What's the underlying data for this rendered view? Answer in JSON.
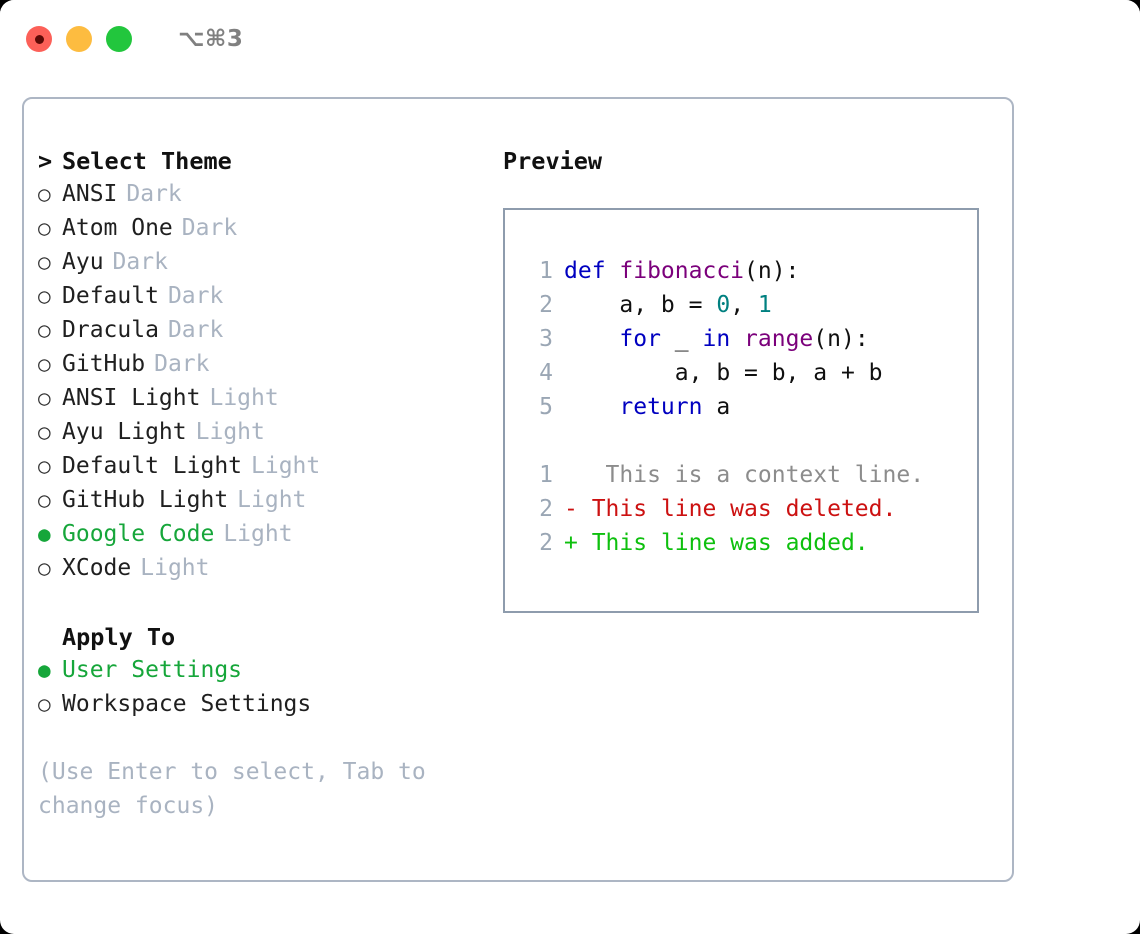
{
  "titlebar": {
    "shortcut": "⌥⌘3",
    "buttons": [
      "close",
      "minimize",
      "maximize"
    ]
  },
  "left": {
    "header": {
      "caret": ">",
      "title": "Select Theme"
    },
    "themes": [
      {
        "bullet": "○",
        "name": "ANSI",
        "tag": "Dark",
        "selected": false
      },
      {
        "bullet": "○",
        "name": "Atom One",
        "tag": "Dark",
        "selected": false
      },
      {
        "bullet": "○",
        "name": "Ayu",
        "tag": "Dark",
        "selected": false
      },
      {
        "bullet": "○",
        "name": "Default",
        "tag": "Dark",
        "selected": false
      },
      {
        "bullet": "○",
        "name": "Dracula",
        "tag": "Dark",
        "selected": false
      },
      {
        "bullet": "○",
        "name": "GitHub",
        "tag": "Dark",
        "selected": false
      },
      {
        "bullet": "○",
        "name": "ANSI Light",
        "tag": "Light",
        "selected": false
      },
      {
        "bullet": "○",
        "name": "Ayu Light",
        "tag": "Light",
        "selected": false
      },
      {
        "bullet": "○",
        "name": "Default Light",
        "tag": "Light",
        "selected": false
      },
      {
        "bullet": "○",
        "name": "GitHub Light",
        "tag": "Light",
        "selected": false
      },
      {
        "bullet": "●",
        "name": "Google Code",
        "tag": "Light",
        "selected": true
      },
      {
        "bullet": "○",
        "name": "XCode",
        "tag": "Light",
        "selected": false
      }
    ],
    "apply_to": {
      "title": "Apply To",
      "options": [
        {
          "bullet": "●",
          "name": "User Settings",
          "selected": true
        },
        {
          "bullet": "○",
          "name": "Workspace Settings",
          "selected": false
        }
      ]
    },
    "hint": "(Use Enter to select, Tab to change focus)"
  },
  "right": {
    "title": "Preview",
    "code": [
      {
        "ln": "1",
        "tokens": [
          {
            "t": "def ",
            "c": "kw"
          },
          {
            "t": "fibonacci",
            "c": "fn"
          },
          {
            "t": "(n):",
            "c": "plain"
          }
        ]
      },
      {
        "ln": "2",
        "tokens": [
          {
            "t": "    a, b = ",
            "c": "plain"
          },
          {
            "t": "0",
            "c": "num"
          },
          {
            "t": ", ",
            "c": "plain"
          },
          {
            "t": "1",
            "c": "num"
          }
        ]
      },
      {
        "ln": "3",
        "tokens": [
          {
            "t": "    ",
            "c": "plain"
          },
          {
            "t": "for",
            "c": "kw"
          },
          {
            "t": " _ ",
            "c": "plain"
          },
          {
            "t": "in",
            "c": "kw"
          },
          {
            "t": " ",
            "c": "plain"
          },
          {
            "t": "range",
            "c": "fn"
          },
          {
            "t": "(n):",
            "c": "plain"
          }
        ]
      },
      {
        "ln": "4",
        "tokens": [
          {
            "t": "        a, b = b, a + b",
            "c": "plain"
          }
        ]
      },
      {
        "ln": "5",
        "tokens": [
          {
            "t": "    ",
            "c": "plain"
          },
          {
            "t": "return",
            "c": "kw"
          },
          {
            "t": " a",
            "c": "plain"
          }
        ]
      }
    ],
    "diff": [
      {
        "ln": "1",
        "marker": " ",
        "text": "  This is a context line.",
        "kind": "ctx"
      },
      {
        "ln": "2",
        "marker": "-",
        "text": " This line was deleted.",
        "kind": "del"
      },
      {
        "ln": "2",
        "marker": "+",
        "text": " This line was added.",
        "kind": "add"
      }
    ]
  },
  "colors": {
    "accent_green": "#16a63a",
    "muted": "#a9b3c1",
    "panel_border": "#adb6c4",
    "code_border": "#8e9cad",
    "keyword": "#0000c0",
    "function": "#7b007b",
    "number": "#008080",
    "diff_context": "#8c8c8c",
    "diff_deleted": "#cc1111",
    "diff_added": "#0ec00e"
  }
}
